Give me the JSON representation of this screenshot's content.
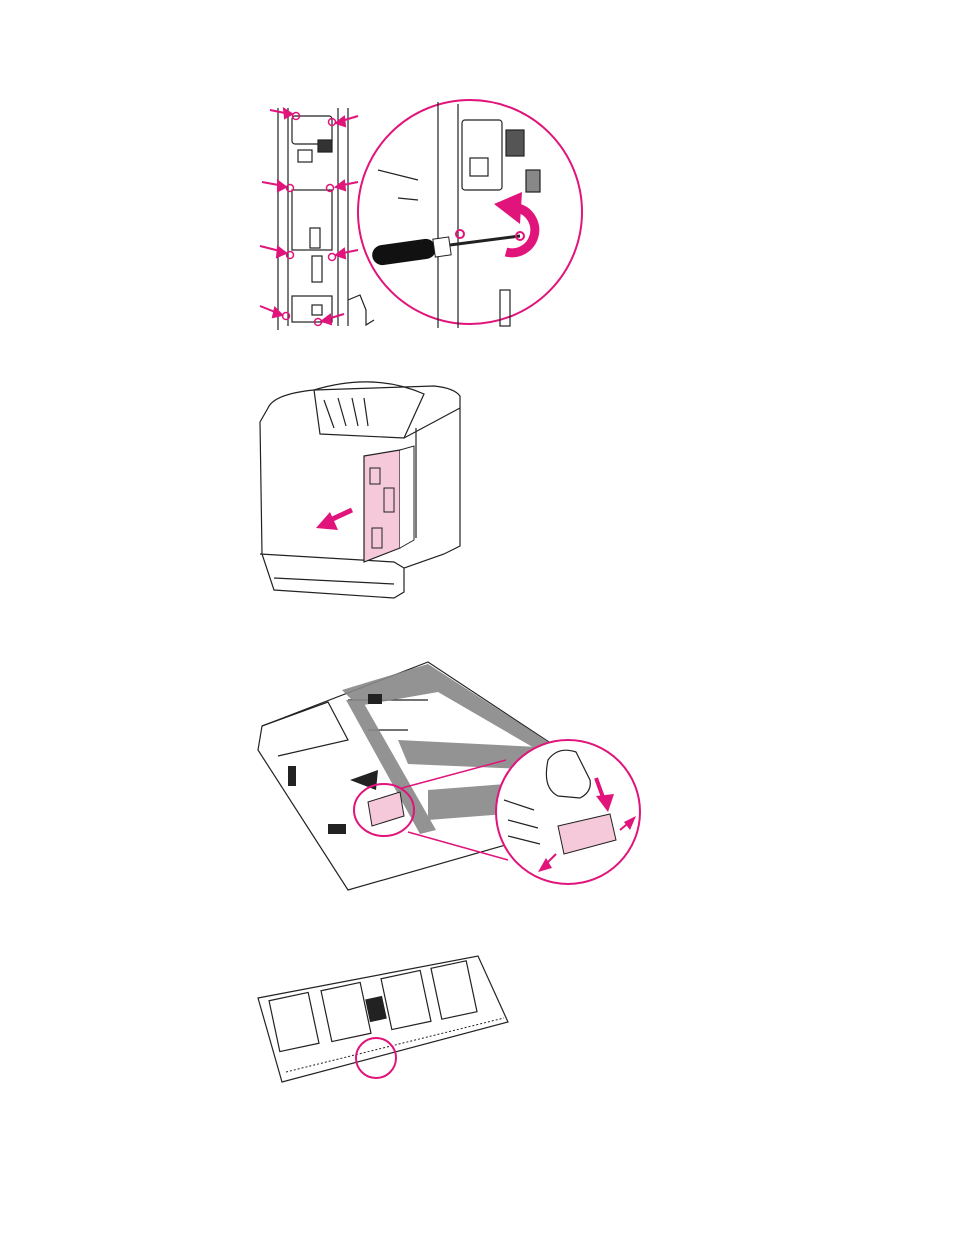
{
  "figures": [
    {
      "id": "step-remove-formatter-screws",
      "icons": [
        "screw-marker-icon",
        "arrow-icon",
        "screwdriver-icon",
        "counterclockwise-arrow-icon"
      ]
    },
    {
      "id": "step-pull-formatter-board",
      "icons": [
        "printer-icon",
        "arrow-icon"
      ]
    },
    {
      "id": "step-insert-dimm",
      "icons": [
        "dimm-slot-icon",
        "hand-icon",
        "arrow-icon"
      ]
    },
    {
      "id": "step-dimm-notch",
      "icons": [
        "dimm-icon"
      ]
    }
  ],
  "colors": {
    "accent": "#e0147a",
    "highlight": "#f5c9d9",
    "line": "#222222",
    "gray": "#888888"
  }
}
